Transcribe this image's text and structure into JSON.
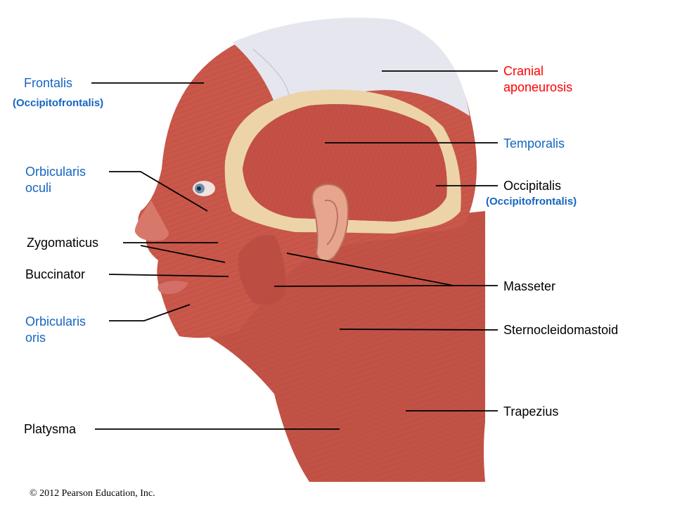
{
  "colors": {
    "accent_label": "#ff0000",
    "highlight_label": "#1565c0",
    "plain_label": "#000000",
    "muscle": "#c9574a",
    "muscle_dark": "#9b3a30",
    "aponeurosis": "#e6e6ef",
    "tendon": "#ecd4a8",
    "ear": "#e7a58e"
  },
  "labels": {
    "frontalis": "Frontalis",
    "frontalis_sub": "(Occipitofrontalis)",
    "orbicularis_oculi_1": "Orbicularis",
    "orbicularis_oculi_2": "oculi",
    "zygomaticus": "Zygomaticus",
    "buccinator": "Buccinator",
    "orbicularis_oris_1": "Orbicularis",
    "orbicularis_oris_2": "oris",
    "platysma": "Platysma",
    "cranial_1": "Cranial",
    "cranial_2": "aponeurosis",
    "temporalis": "Temporalis",
    "occipitalis": "Occipitalis",
    "occipitalis_sub": "(Occipitofrontalis)",
    "masseter": "Masseter",
    "sternocleidomastoid": "Sternocleidomastoid",
    "trapezius": "Trapezius"
  },
  "copyright": "© 2012 Pearson Education, Inc."
}
